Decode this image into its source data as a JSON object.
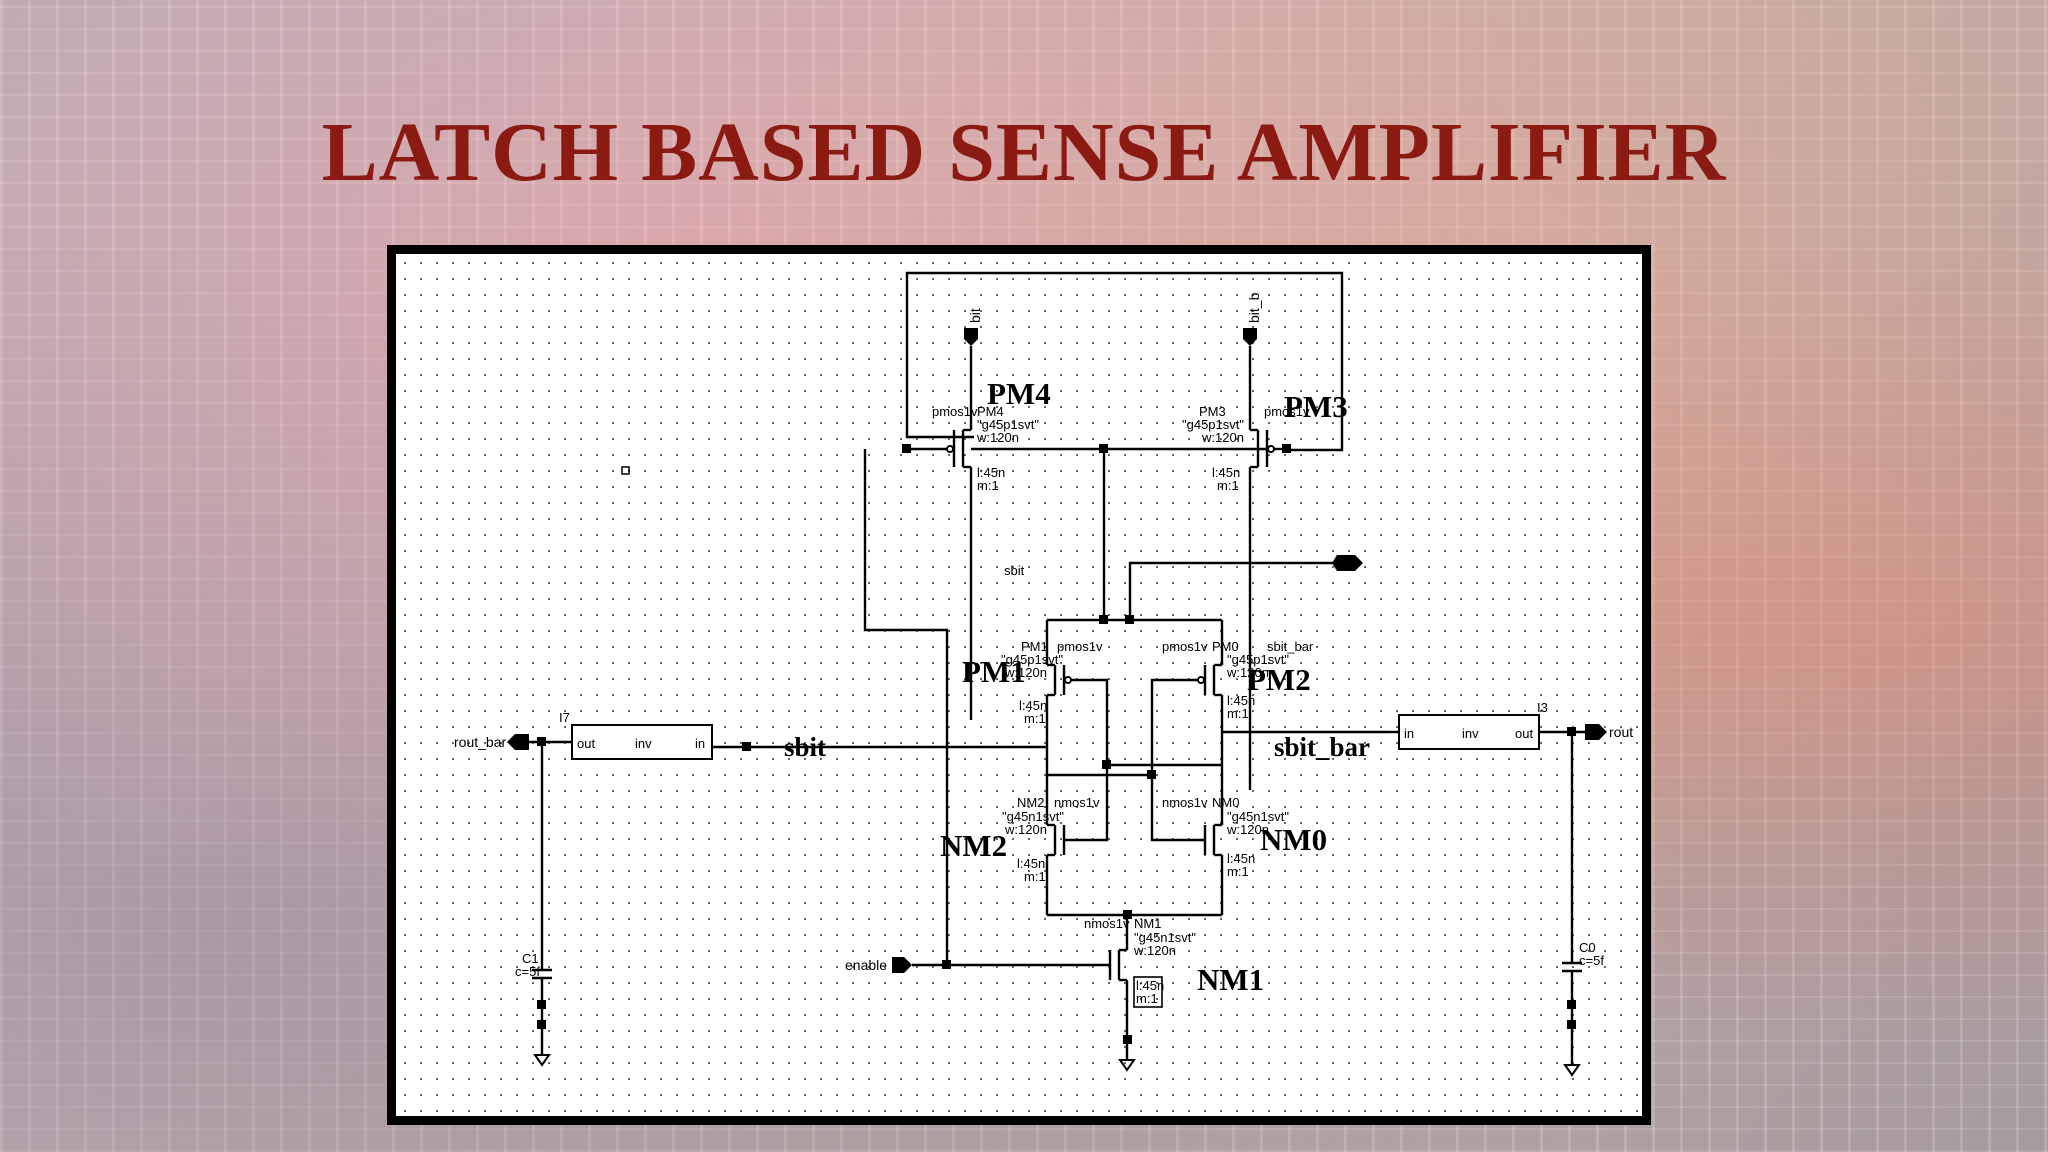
{
  "title": "LATCH BASED SENSE AMPLIFIER",
  "schematic": {
    "pins": {
      "bit": "bit",
      "bit_b": "bit_b",
      "rout_bar": "rout_bar",
      "rout": "rout",
      "enable": "enable"
    },
    "transistor_labels": {
      "pm4": "PM4",
      "pm3": "PM3",
      "pm1": "PM1",
      "pm2": "PM2",
      "nm2": "NM2",
      "nm0": "NM0",
      "nm1": "NM1"
    },
    "net_labels": {
      "sbit": "sbit",
      "sbit_bar": "sbit_bar",
      "sbit_small": "sbit",
      "sbit_bar_small": "sbit_bar"
    },
    "inverters": {
      "i7": {
        "name": "I7",
        "in": "in",
        "mid": "inv",
        "out": "out"
      },
      "i3": {
        "name": "I3",
        "in": "in",
        "mid": "inv",
        "out": "out"
      }
    },
    "capacitors": {
      "c1": {
        "name": "C1",
        "value": "c=5f"
      },
      "c0": {
        "name": "C0",
        "value": "c=5f"
      }
    },
    "device_params": {
      "pmos_type": "pmos1v",
      "nmos_type": "nmos1v",
      "pmos_model": "\"g45p1svt\"",
      "nmos_model": "\"g45n1svt\"",
      "width": "w:120n",
      "length": "l:45n",
      "mult": "m:1",
      "pm4_inst": "PM4",
      "pm3_inst": "PM3",
      "pm1_inst": "PM1",
      "pm0_inst": "PM0",
      "nm2_inst": "NM2",
      "nm0_inst": "NM0",
      "nm1_inst": "NM1"
    }
  }
}
